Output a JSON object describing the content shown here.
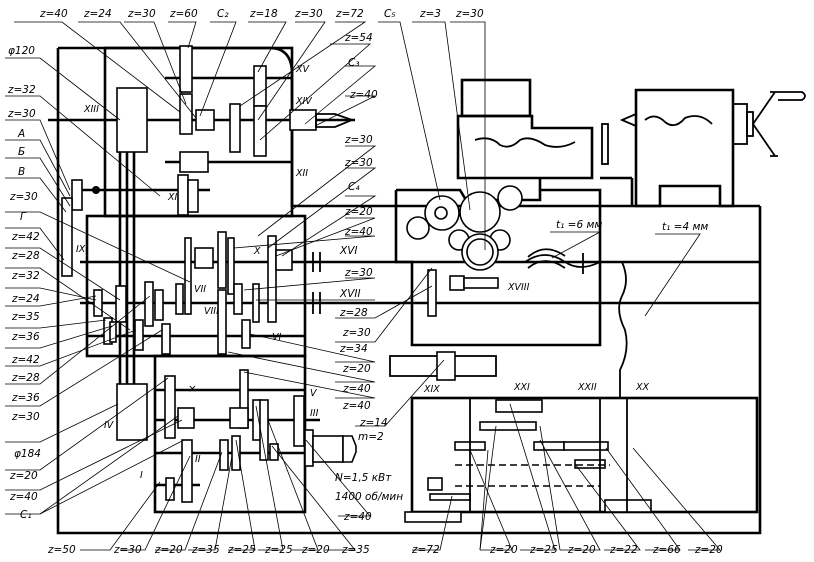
{
  "diagram": {
    "title": "Lathe kinematic scheme",
    "top_labels": [
      {
        "id": "z40_top",
        "text": "z=40"
      },
      {
        "id": "z24_top",
        "text": "z=24"
      },
      {
        "id": "z30_top",
        "text": "z=30"
      },
      {
        "id": "z60_top",
        "text": "z=60"
      },
      {
        "id": "c2",
        "text": "C₂"
      },
      {
        "id": "z18_top",
        "text": "z=18"
      },
      {
        "id": "z30_top2",
        "text": "z=30"
      },
      {
        "id": "z72_top",
        "text": "z=72"
      },
      {
        "id": "c5",
        "text": "C₅"
      },
      {
        "id": "z3_top",
        "text": "z=3"
      },
      {
        "id": "z30_top3",
        "text": "z=30"
      }
    ],
    "left_labels": [
      {
        "id": "phi120",
        "text": "φ120"
      },
      {
        "id": "z32_l1",
        "text": "z=32"
      },
      {
        "id": "z30_l1",
        "text": "z=30"
      },
      {
        "id": "A",
        "text": "A"
      },
      {
        "id": "B_cyr",
        "text": "Б"
      },
      {
        "id": "V_cyr",
        "text": "В"
      },
      {
        "id": "z30_l2",
        "text": "z=30"
      },
      {
        "id": "G_cyr",
        "text": "Г"
      },
      {
        "id": "z42_l1",
        "text": "z=42"
      },
      {
        "id": "z28_l1",
        "text": "z=28"
      },
      {
        "id": "z32_l2",
        "text": "z=32"
      },
      {
        "id": "z24_l",
        "text": "z=24"
      },
      {
        "id": "z35_l",
        "text": "z=35"
      },
      {
        "id": "z36_l1",
        "text": "z=36"
      },
      {
        "id": "z42_l2",
        "text": "z=42"
      },
      {
        "id": "z28_l2",
        "text": "z=28"
      },
      {
        "id": "z36_l2",
        "text": "z=36"
      },
      {
        "id": "z30_l3",
        "text": "z=30"
      },
      {
        "id": "phi184",
        "text": "φ184"
      },
      {
        "id": "z20_l",
        "text": "z=20"
      },
      {
        "id": "z40_l",
        "text": "z=40"
      },
      {
        "id": "c1",
        "text": "C₁"
      }
    ],
    "right_labels": [
      {
        "id": "z54_r",
        "text": "z=54"
      },
      {
        "id": "c3",
        "text": "C₃"
      },
      {
        "id": "z40_r1",
        "text": "z=40"
      },
      {
        "id": "z30_r1",
        "text": "z=30"
      },
      {
        "id": "z30_r2",
        "text": "z=30"
      },
      {
        "id": "c4",
        "text": "C₄"
      },
      {
        "id": "z20_r1",
        "text": "z=20"
      },
      {
        "id": "z40_r2",
        "text": "z=40"
      },
      {
        "id": "XVI",
        "text": "XVI"
      },
      {
        "id": "z30_r3",
        "text": "z=30"
      },
      {
        "id": "XVII",
        "text": "XVII"
      },
      {
        "id": "z28_r",
        "text": "z=28"
      },
      {
        "id": "z30_r4",
        "text": "z=30"
      },
      {
        "id": "z34_r",
        "text": "z=34"
      },
      {
        "id": "z20_r2",
        "text": "z=20"
      },
      {
        "id": "z40_r3",
        "text": "z=40"
      },
      {
        "id": "z40_r4",
        "text": "z=40"
      },
      {
        "id": "z14_r",
        "text": "z=14"
      },
      {
        "id": "m2",
        "text": "m=2"
      }
    ],
    "bottom_labels": [
      {
        "id": "z50_b",
        "text": "z=50"
      },
      {
        "id": "z30_b",
        "text": "z=30"
      },
      {
        "id": "z20_b1",
        "text": "z=20"
      },
      {
        "id": "z35_b1",
        "text": "z=35"
      },
      {
        "id": "z25_b1",
        "text": "z=25"
      },
      {
        "id": "z25_b2",
        "text": "z=25"
      },
      {
        "id": "z20_b2",
        "text": "z=20"
      },
      {
        "id": "z35_b2",
        "text": "z=35"
      },
      {
        "id": "z40_b",
        "text": "z=40"
      },
      {
        "id": "z72_b",
        "text": "z=72"
      },
      {
        "id": "z20_b3",
        "text": "z=20"
      },
      {
        "id": "z25_b3",
        "text": "z=25"
      },
      {
        "id": "z20_b4",
        "text": "z=20"
      },
      {
        "id": "z22_b",
        "text": "z=22"
      },
      {
        "id": "z66_b",
        "text": "z=66"
      },
      {
        "id": "z20_b5",
        "text": "z=20"
      }
    ],
    "shaft_numerals": [
      {
        "id": "I",
        "text": "I"
      },
      {
        "id": "II",
        "text": "II"
      },
      {
        "id": "III",
        "text": "III"
      },
      {
        "id": "IV",
        "text": "IV"
      },
      {
        "id": "V",
        "text": "V"
      },
      {
        "id": "VI",
        "text": "VI"
      },
      {
        "id": "VII",
        "text": "VII"
      },
      {
        "id": "VIII",
        "text": "VIII"
      },
      {
        "id": "IX",
        "text": "IX"
      },
      {
        "id": "X",
        "text": "X"
      },
      {
        "id": "XI",
        "text": "XI"
      },
      {
        "id": "XII",
        "text": "XII"
      },
      {
        "id": "XIII",
        "text": "XIII"
      },
      {
        "id": "XIV",
        "text": "XIV"
      },
      {
        "id": "XV",
        "text": "XV"
      },
      {
        "id": "XVIII",
        "text": "XVIII"
      },
      {
        "id": "XIX",
        "text": "XIX"
      },
      {
        "id": "XX",
        "text": "XX"
      },
      {
        "id": "XXI",
        "text": "XXI"
      },
      {
        "id": "XXII",
        "text": "XXII"
      }
    ],
    "motor": {
      "power": "N=1,5 кВт",
      "speed": "1400 об/мин"
    },
    "pitches": {
      "t1": "t₁ =6 мм",
      "t2": "t₁ =4 мм"
    }
  }
}
